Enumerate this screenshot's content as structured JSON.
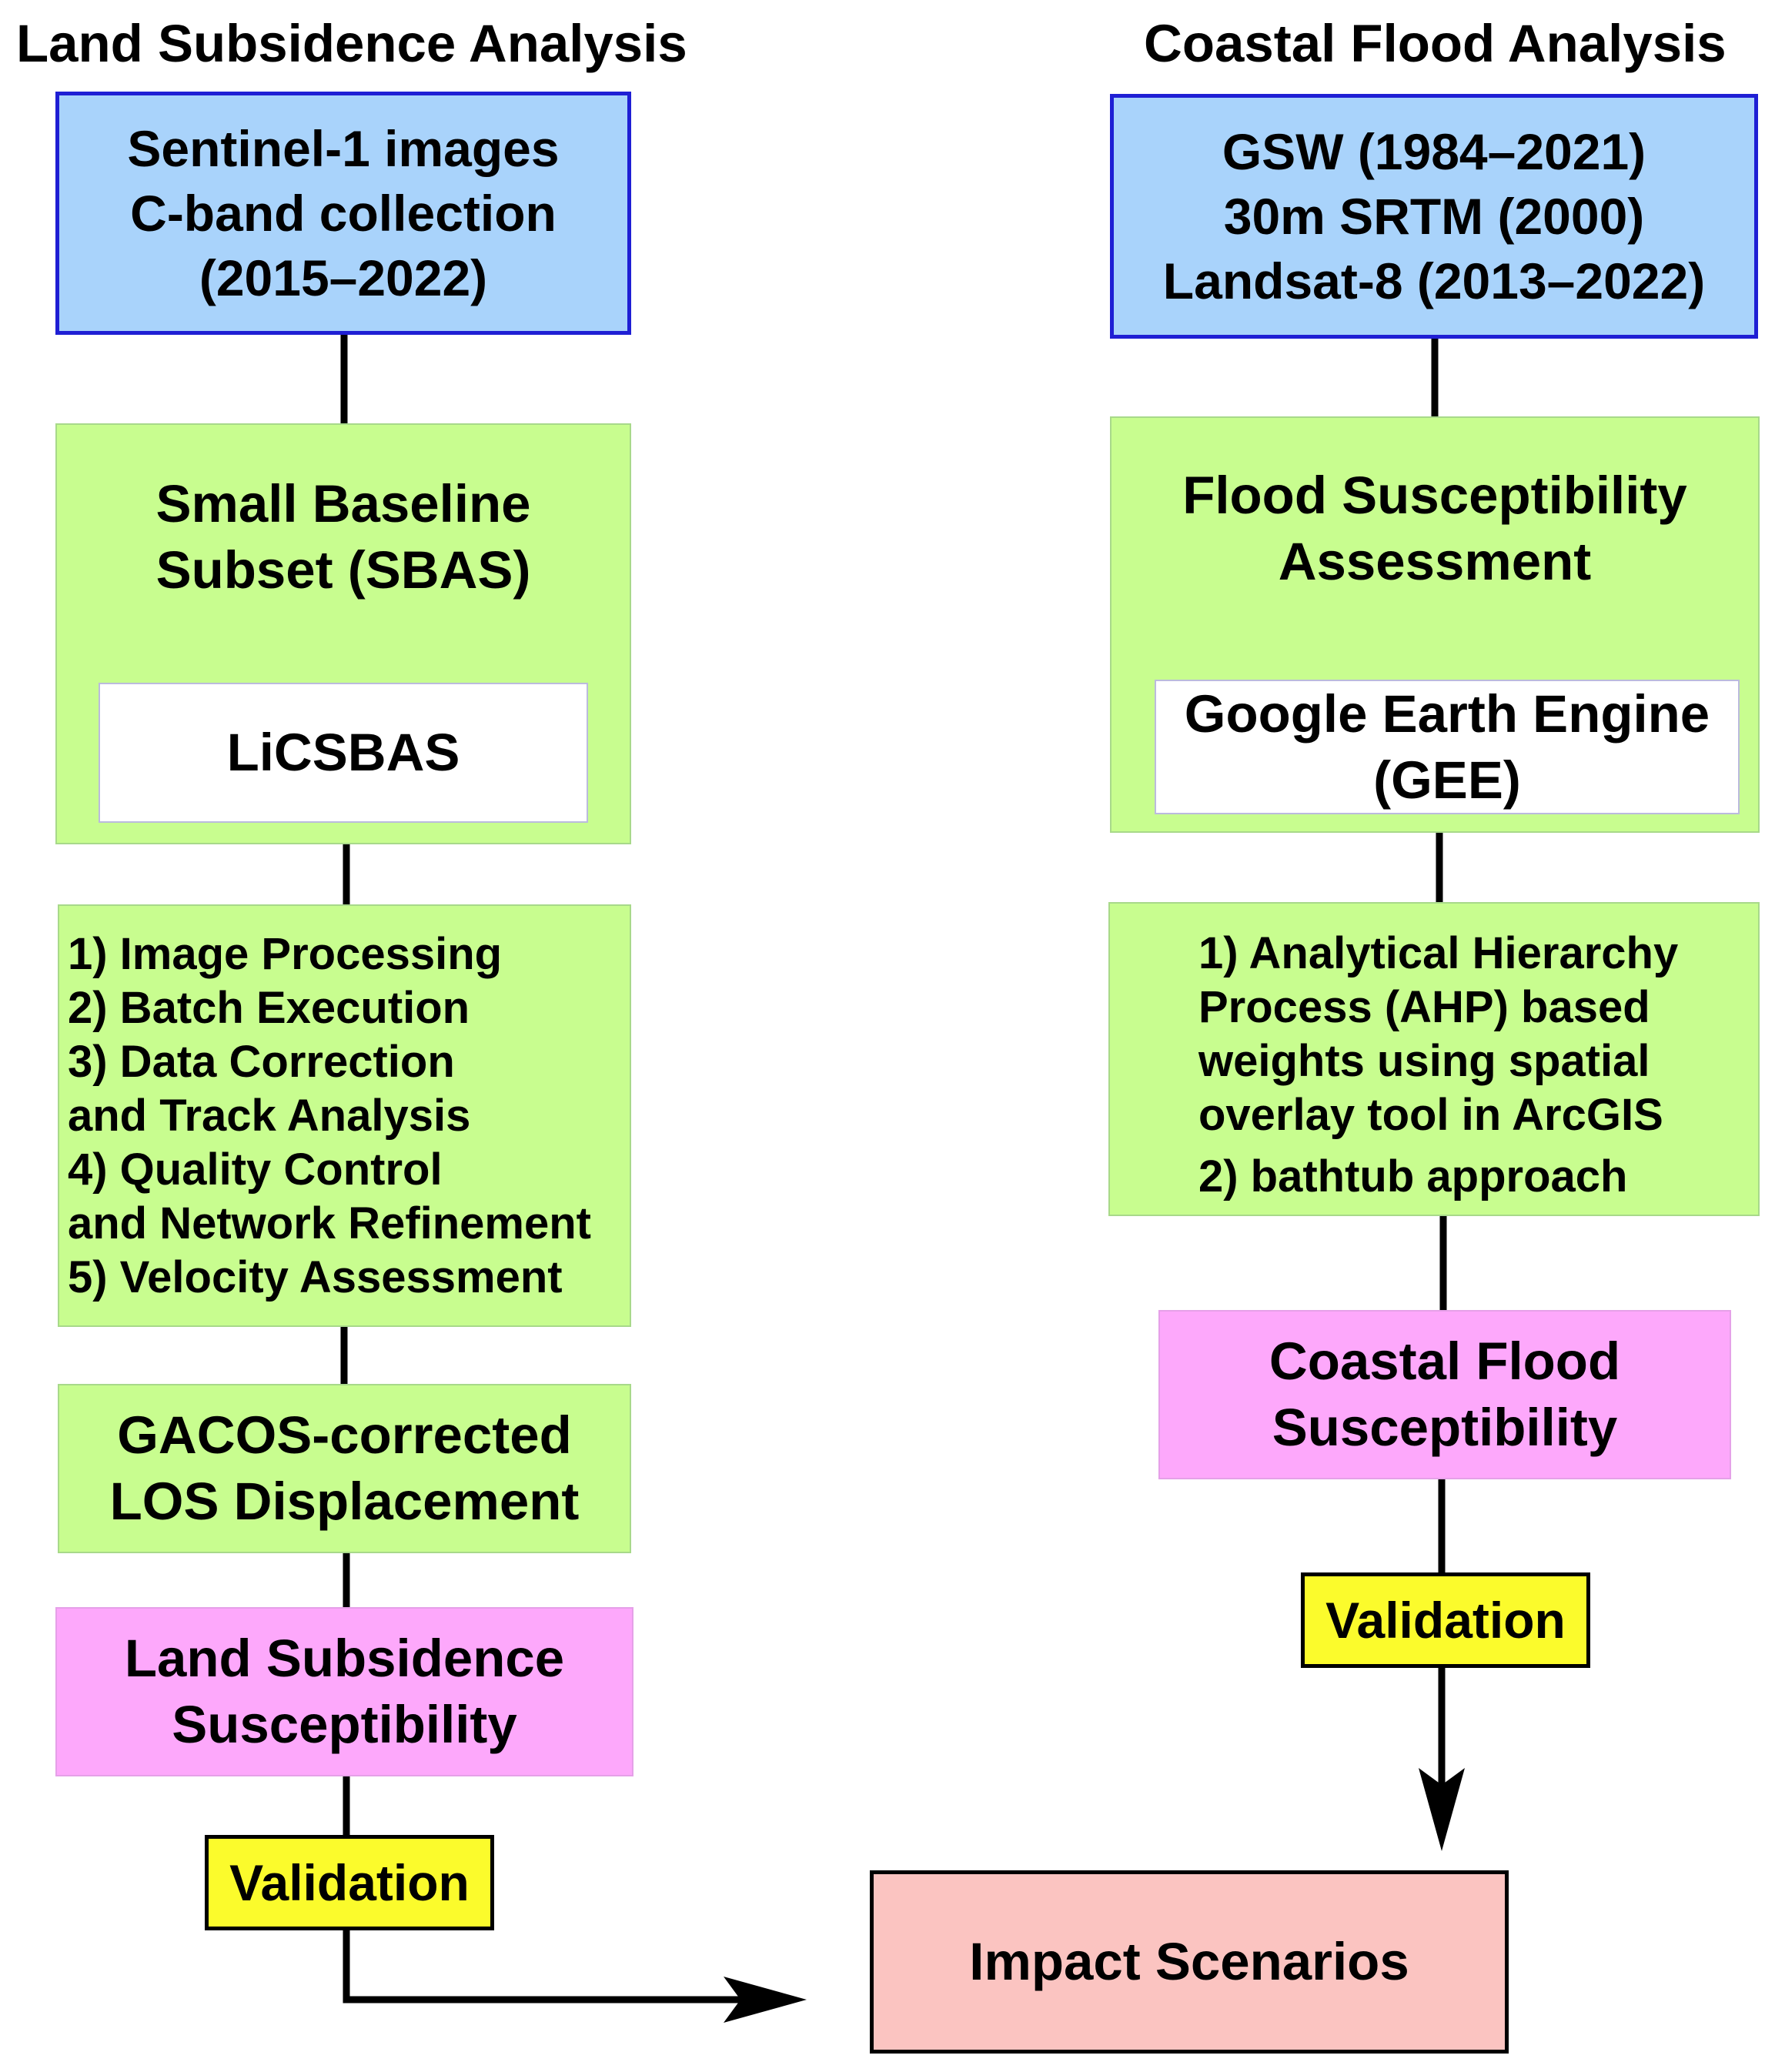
{
  "left": {
    "heading": "Land Subsidence Analysis",
    "input": [
      "Sentinel-1 images",
      "C-band collection",
      "(2015–2022)"
    ],
    "method": [
      "Small Baseline",
      "Subset (SBAS)"
    ],
    "tool": "LiCSBAS",
    "steps": [
      "1) Image Processing",
      "2) Batch Execution",
      "3) Data Correction",
      "and Track Analysis",
      "4) Quality Control",
      "and Network Refinement",
      "5) Velocity Assessment"
    ],
    "displacement": [
      "GACOS-corrected",
      "LOS Displacement"
    ],
    "susceptibility": [
      "Land Subsidence",
      "Susceptibility"
    ],
    "validation": "Validation"
  },
  "right": {
    "heading": "Coastal Flood Analysis",
    "input": [
      "GSW (1984–2021)",
      "30m SRTM (2000)",
      "Landsat-8 (2013–2022)"
    ],
    "method": [
      "Flood Susceptibility",
      "Assessment"
    ],
    "tool": [
      "Google Earth Engine",
      "(GEE)"
    ],
    "steps": [
      "1) Analytical Hierarchy",
      "Process (AHP) based",
      "weights using spatial",
      "overlay tool in ArcGIS",
      "2) bathtub approach"
    ],
    "susceptibility": [
      "Coastal Flood",
      "Susceptibility"
    ],
    "validation": "Validation"
  },
  "output": "Impact Scenarios",
  "colors": {
    "input_fill": "#a9d3fb",
    "input_border": "#1f1fd4",
    "process_fill": "#c8fd8f",
    "susceptibility_fill": "#fda8fb",
    "validation_fill": "#fbfb2c",
    "output_fill": "#fbc4c1"
  }
}
